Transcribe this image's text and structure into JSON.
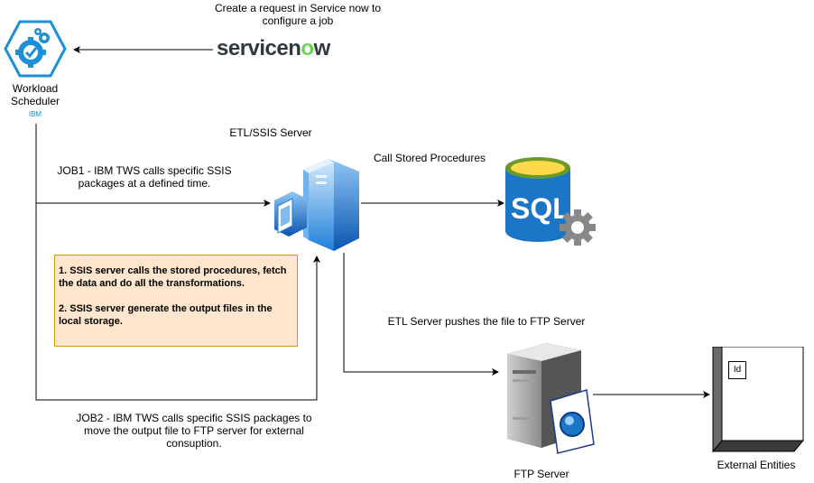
{
  "servicenow": {
    "caption_line1": "Create a request in Service now to",
    "caption_line2": "configure a job",
    "logo_prefix": "servicen",
    "logo_o": "o",
    "logo_suffix": "w"
  },
  "scheduler": {
    "name_line1": "Workload",
    "name_line2": "Scheduler",
    "vendor": "IBM",
    "icon": "gear-check-hexagon-icon"
  },
  "etl": {
    "title": "ETL/SSIS Server",
    "icon": "server-icon"
  },
  "job1": {
    "line1": "JOB1 - IBM TWS calls specific SSIS",
    "line2": "packages at a defined time."
  },
  "sql": {
    "caption": "Call Stored Procedures",
    "label": "SQL",
    "icon": "sql-database-gear-icon"
  },
  "note": {
    "p1": "1. SSIS server calls the stored procedures, fetch the data and do all the transformations.",
    "p2": "2. SSIS server generate the output files in the local storage."
  },
  "ftp": {
    "caption": "ETL Server pushes the file to FTP Server",
    "label": "FTP Server",
    "icon": "ftp-server-icon"
  },
  "job2": {
    "line1": "JOB2 - IBM TWS calls specific SSIS packages to",
    "line2": "move the output file to FTP server for external",
    "line3": "consuption."
  },
  "external": {
    "label": "External Entities",
    "id_text": "Id",
    "icon": "node-box-icon"
  },
  "colors": {
    "note_fill": "#ffe6cc",
    "note_stroke": "#d79b00",
    "sql_blue": "#1c76c8",
    "sql_yellow": "#ffd94a",
    "server_blue": "#1e7fd9",
    "scheduler_blue": "#1c8fd6"
  }
}
